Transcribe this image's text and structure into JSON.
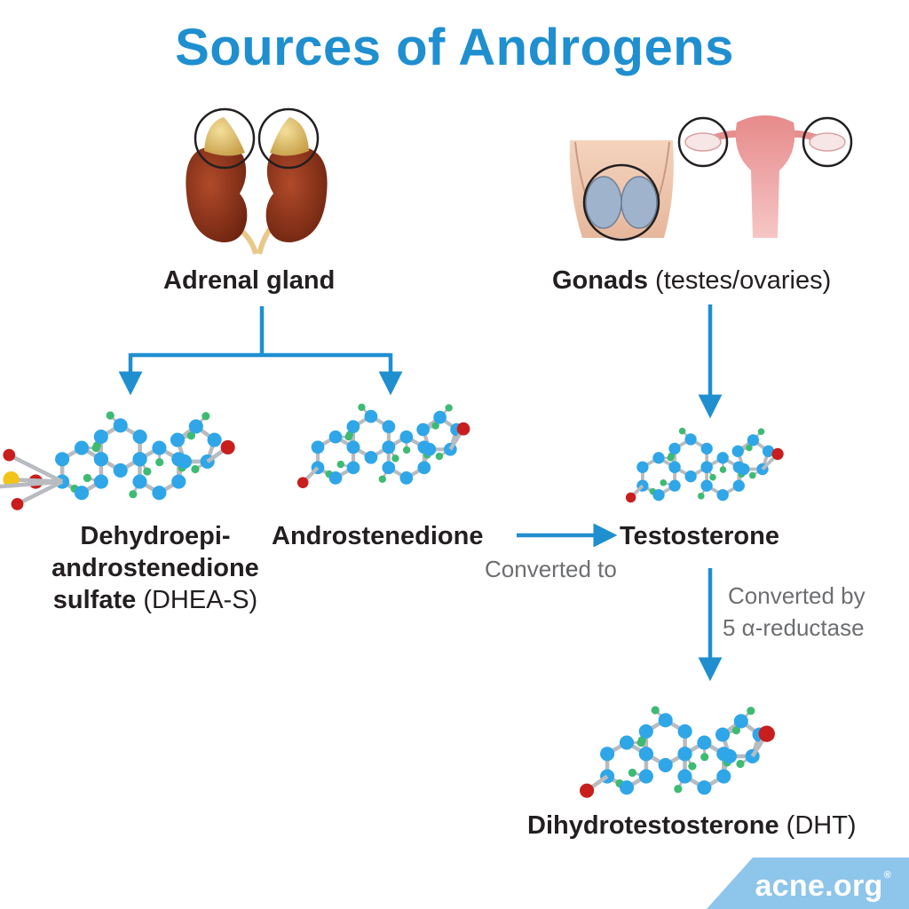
{
  "title": "Sources of Androgens",
  "sources": {
    "adrenal": {
      "label": "Adrenal gland"
    },
    "gonads": {
      "label_bold": "Gonads",
      "label_rest": "(testes/ovaries)"
    }
  },
  "molecules": {
    "dheas": {
      "line1": "Dehydroepi-",
      "line2": "androstenedione",
      "line3_bold": "sulfate",
      "line3_rest": "(DHEA-S)"
    },
    "androstenedione": {
      "label": "Androstenedione"
    },
    "testosterone": {
      "label": "Testosterone"
    },
    "dht": {
      "label_bold": "Dihydrotestosterone",
      "label_rest": "(DHT)"
    }
  },
  "notes": {
    "converted_to": "Converted to",
    "converted_by_1": "Converted by",
    "converted_by_2": "5 α-reductase"
  },
  "brand": {
    "name": "acne.org",
    "mark": "®"
  },
  "colors": {
    "title": "#1f8fd0",
    "arrow": "#1f8fd0",
    "carbon": "#2fa6e8",
    "hydrogen": "#3dbb73",
    "oxygen": "#c81e1e",
    "sulfur": "#f2c41a",
    "bond": "#b8bcc0",
    "brand_bg": "#8ec5ea"
  }
}
